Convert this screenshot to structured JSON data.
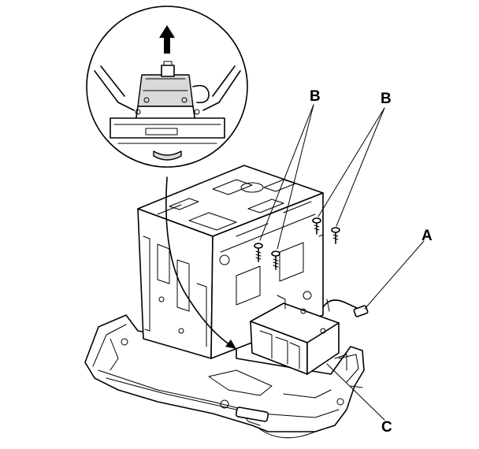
{
  "labels": {
    "b_left": "B",
    "b_right": "B",
    "a": "A",
    "c": "C"
  },
  "colors": {
    "line": "#000000",
    "background": "#ffffff",
    "shade": "#d9d9d9"
  },
  "icons": {
    "removal_direction": "up-arrow-icon"
  }
}
